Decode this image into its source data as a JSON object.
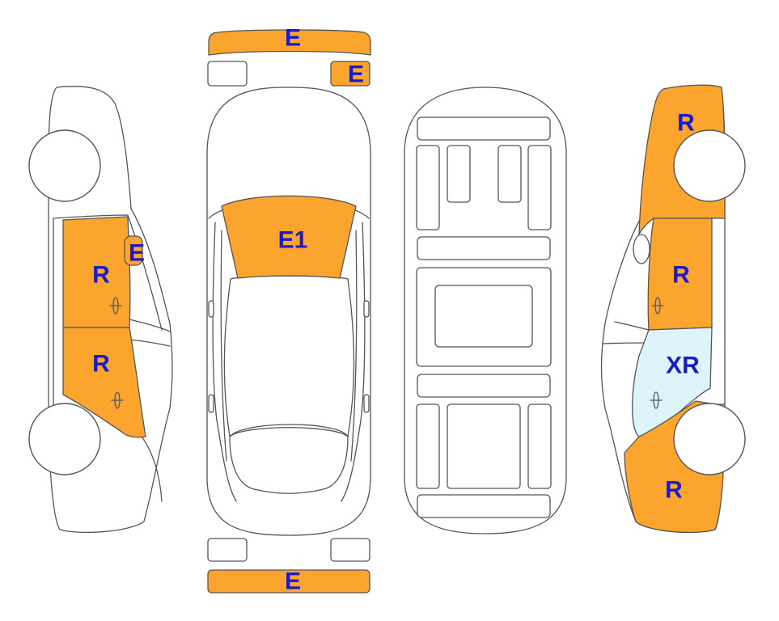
{
  "colors": {
    "damage": "#FBA52E",
    "xr_fill": "#DDF4FB",
    "label": "#1B1BC8",
    "outline": "#555555"
  },
  "labels": {
    "front_bumper": "E",
    "front_right_light": "E",
    "windshield": "E1",
    "left_mirror": "E",
    "left_front_door": "R",
    "left_rear_door": "R",
    "right_front_fender": "R",
    "right_front_door": "R",
    "right_rear_door": "XR",
    "right_rear_quarter": "R",
    "rear_bumper": "E"
  }
}
